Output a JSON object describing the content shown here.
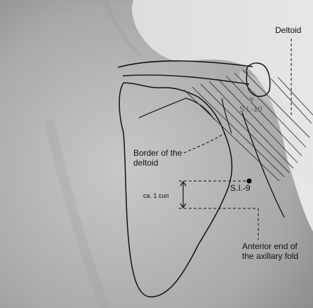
{
  "labels": {
    "deltoid": "Deltoid",
    "border_line1": "Border of the",
    "border_line2": "deltoid",
    "cun": "ca. 1 cun",
    "si9": "S.I.-9",
    "si10": "S.I.-10",
    "axillary_line1": "Anterior end of",
    "axillary_line2": "the axillary fold"
  },
  "colors": {
    "background": "#dcdcdc",
    "outline": "#111111",
    "point_si9": "#000000",
    "point_si10": "#8a8a8a"
  }
}
